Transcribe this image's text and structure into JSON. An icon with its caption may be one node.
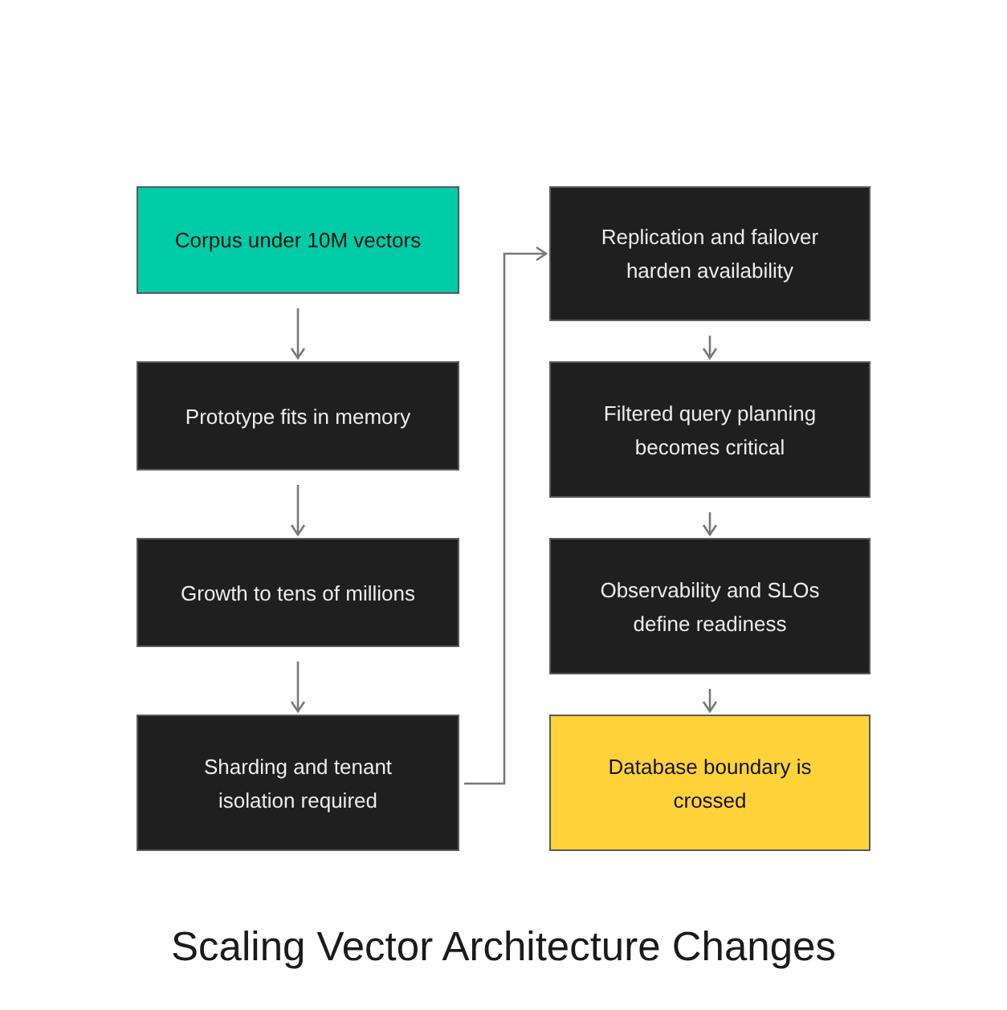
{
  "diagram": {
    "title": "Scaling Vector Architecture Changes",
    "nodes": [
      {
        "text": [
          "Corpus under 10M vectors"
        ]
      },
      {
        "text": [
          "Prototype fits in memory"
        ]
      },
      {
        "text": [
          "Growth to tens of millions"
        ]
      },
      {
        "text": [
          "Sharding and tenant isolation required"
        ]
      },
      {
        "text": [
          "Replication and failover harden availability"
        ]
      },
      {
        "text": [
          "Filtered query planning becomes critical"
        ]
      },
      {
        "text": [
          "Observability and SLOs define readiness"
        ]
      },
      {
        "text": [
          "Database boundary is crossed"
        ]
      }
    ],
    "edges": [
      {
        "from": 0,
        "to": 1,
        "arrow": "to"
      },
      {
        "from": 1,
        "to": 2,
        "arrow": "to"
      },
      {
        "from": 2,
        "to": 3,
        "arrow": "to"
      },
      {
        "from": 3,
        "to": 4,
        "arrow": "to"
      },
      {
        "from": 4,
        "to": 5,
        "arrow": "to"
      },
      {
        "from": 5,
        "to": 6,
        "arrow": "to"
      },
      {
        "from": 6,
        "to": 7,
        "arrow": "to"
      }
    ]
  }
}
